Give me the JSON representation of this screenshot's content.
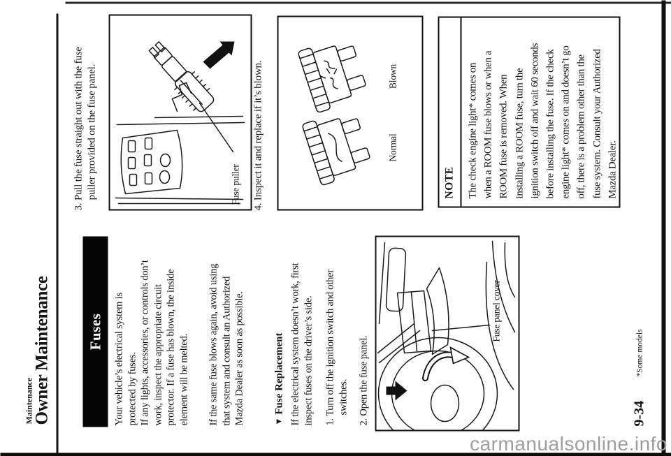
{
  "page": {
    "header": {
      "eyebrow": "Maintenance",
      "title": "Owner Maintenance"
    },
    "footer": {
      "page_number": "9-34",
      "footnote": "*Some models"
    },
    "watermark": "carmanualsonline.info"
  },
  "fuses_section": {
    "banner": "Fuses",
    "p1_lines": [
      "Your vehicle’s electrical system is",
      "protected by fuses."
    ],
    "p2_lines": [
      "If any lights, accessories, or controls don’t",
      "work, inspect the appropriate circuit",
      "protector. If a fuse has blown, the inside",
      "element will be melted."
    ],
    "p3_lines": [
      "If the same fuse blows again, avoid using",
      "that system and consult an Authorized",
      "Mazda Dealer as soon as possible."
    ]
  },
  "replacement_section": {
    "heading_marker": "▼",
    "heading": "Fuse Replacement",
    "intro_lines": [
      "If the electrical system doesn’t work, first",
      "inspect fuses on the driver’s side."
    ],
    "step1_lines": [
      "1. Turn off the ignition switch and other",
      "switches."
    ],
    "step2_lines": [
      "2. Open the fuse panel."
    ],
    "step3_lines": [
      "3. Pull the fuse straight out with the fuse",
      "puller provided on the fuse panel."
    ],
    "step4_lines": [
      "4. Inspect it and replace if it’s blown."
    ],
    "figure_cover_label": "Fuse panel cover",
    "figure_puller_label": "Fuse puller",
    "fuse_normal_label": "Normal",
    "fuse_blown_label": "Blown"
  },
  "note": {
    "title": "NOTE",
    "body_lines": [
      "The check engine light* comes on",
      "when a ROOM fuse blows or when a",
      "ROOM fuse is removed. When",
      "installing a ROOM fuse, turn the",
      "ignition switch off and wait 60 seconds",
      "before installing the fuse. If the check",
      "engine light* comes on and doesn’t go",
      "off, there is a problem other than the",
      "fuse system. Consult your Authorized",
      "Mazda Dealer."
    ]
  },
  "colors": {
    "ink": "#151515",
    "banner_bg": "#050505",
    "banner_text": "#ffffff",
    "watermark": "#9e9e9e",
    "paper": "#ffffff"
  }
}
